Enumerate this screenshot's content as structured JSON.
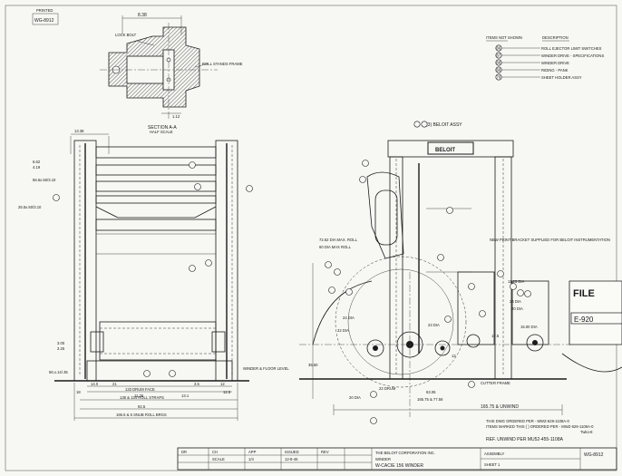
{
  "sheet_corner": {
    "label": "PRINTED",
    "number": "WG-8912"
  },
  "section": {
    "dim_top": "8.38",
    "label_locking_bolt": "LOCK BOLT",
    "label_frame": "ROLL STANDS FRAME",
    "dim_bottom": "1.12",
    "title": "SECTION A-A",
    "subtitle": "HALF SCALE"
  },
  "front_view": {
    "dim_top": "13.38",
    "dim_right_upper": "6.62",
    "dim_right_lower": "4.19",
    "dim_left_1": "56.5x.50/3.10",
    "dim_left_2": "26.5x.50/3.10",
    "dim_low_1": "3.00",
    "dim_low_2": "3.25",
    "dim_low_3": "56.x.14/.35",
    "winder_label": "WINDER & FLOOR LEVEL",
    "dim_face_1": "133 DRUM FACE",
    "dim_face_2": "138 & 134 ROLL STRAPS",
    "dim_face_3": "92.5",
    "dim_face_4": "165.5 & 5 SNUB ROLL BRGS",
    "small_dims": [
      "14.0",
      "21",
      "3.5",
      "12",
      "18",
      "12.5",
      "11.25",
      "13.1"
    ]
  },
  "items_table": {
    "heading_1": "ITEMS NOT SHOWN",
    "heading_2": "DESCRIPTION",
    "rows": [
      {
        "num": "66",
        "desc": "ROLL EJECTOR LIMIT SWITCHES"
      },
      {
        "num": "67",
        "desc": "WINDER DRIVE - SPECIFICATIONS"
      },
      {
        "num": "68",
        "desc": "WINDER DRIVE"
      },
      {
        "num": "69",
        "desc": "RIDING - PANK"
      },
      {
        "num": "70",
        "desc": "SHEET HOLDER ASSY"
      }
    ]
  },
  "side_view": {
    "brand": "BELOIT",
    "assy_note": "(3) BELOIT ASSY",
    "bracket_note": "NEW PRINT BRACKET SUPPLIED FOR BELOIT INSTRUMENTATION",
    "dia_1": "72.62 DIA MAX. ROLL",
    "dia_2": "60 DIA MAX ROLL",
    "dia_3": "24 DIA",
    "dia_4": "22 DIA",
    "dia_5": "24 DIA",
    "dia_6": "20 DIA",
    "dia_7": "15.00 DIA",
    "dia_8": "23 DIA",
    "dim_drum": "22 DRUM",
    "dim_cutter": "CUTTER FRAME",
    "dim_center": "63.06",
    "dim_span_1": "165.75 & 77.56",
    "dim_total": "165.75 & UNWIND",
    "dim_left": "35.50",
    "dim_bottom_left": "20 DIA",
    "dim_top_right": "11.25 DIA",
    "dim_small_1": "17.5",
    "dim_small_2": "12"
  },
  "orders": {
    "line_1": "THIS DWG ORDERED PER - MWZ-629-1108A-0",
    "line_2": "ITEMS MARKED THIS ( ) ORDERED PER - MWZ-629-1108A-0",
    "line_2b": "Twko-8",
    "reference": "REF. UNWIND PER MU52-455-1108A"
  },
  "tag": {
    "label": "FILE",
    "number": "E-920"
  },
  "title_block": {
    "company": "THE BELOIT CORPORATION  INC.",
    "project": "WINDER",
    "drawing_title": "W-CACIE 156 WINDER",
    "drawing_no": "WG-8912",
    "sheet": "SHEET 1",
    "assembly": "ASSEMBLY",
    "scale_label": "SCALE",
    "scale_value": "1/4",
    "date": "12-8-46",
    "row_labels": [
      "DR",
      "CH",
      "APP",
      "ISSUED",
      "REV"
    ]
  }
}
